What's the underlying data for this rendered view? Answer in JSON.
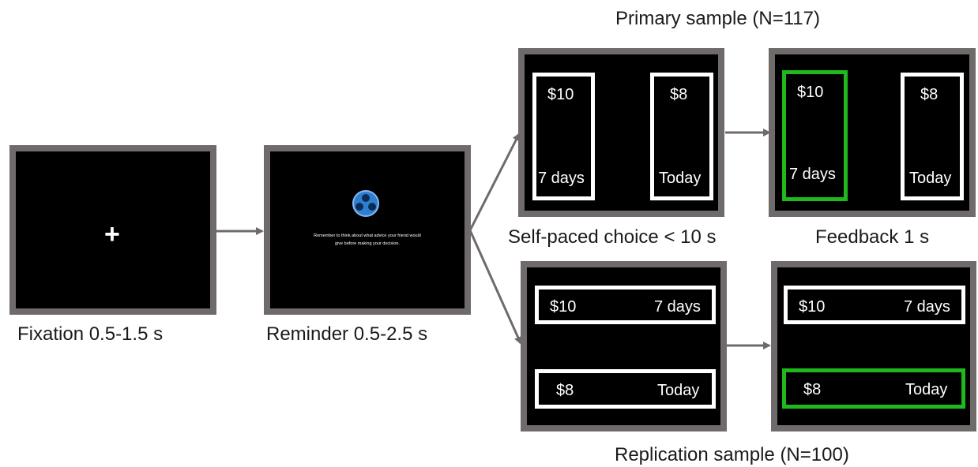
{
  "header": {
    "primary": "Primary sample (N=117)"
  },
  "footer": {
    "replication": "Replication sample (N=100)"
  },
  "captions": {
    "fixation": "Fixation 0.5-1.5 s",
    "reminder": "Reminder 0.5-2.5 s",
    "choice": "Self-paced choice < 10 s",
    "feedback": "Feedback 1 s"
  },
  "fixation": {
    "symbol": "+"
  },
  "reminder": {
    "icon": "friend-advice-icon",
    "line1": "Remember to think about what advice your friend would",
    "line2": "give before making your decision."
  },
  "options": {
    "later": {
      "amount": "$10",
      "delay": "7 days"
    },
    "sooner": {
      "amount": "$8",
      "delay": "Today"
    }
  },
  "colors": {
    "frame": "#6f6b6b",
    "selected": "#1fb81f",
    "screen": "#000000",
    "arrow": "#6f6b6b"
  }
}
